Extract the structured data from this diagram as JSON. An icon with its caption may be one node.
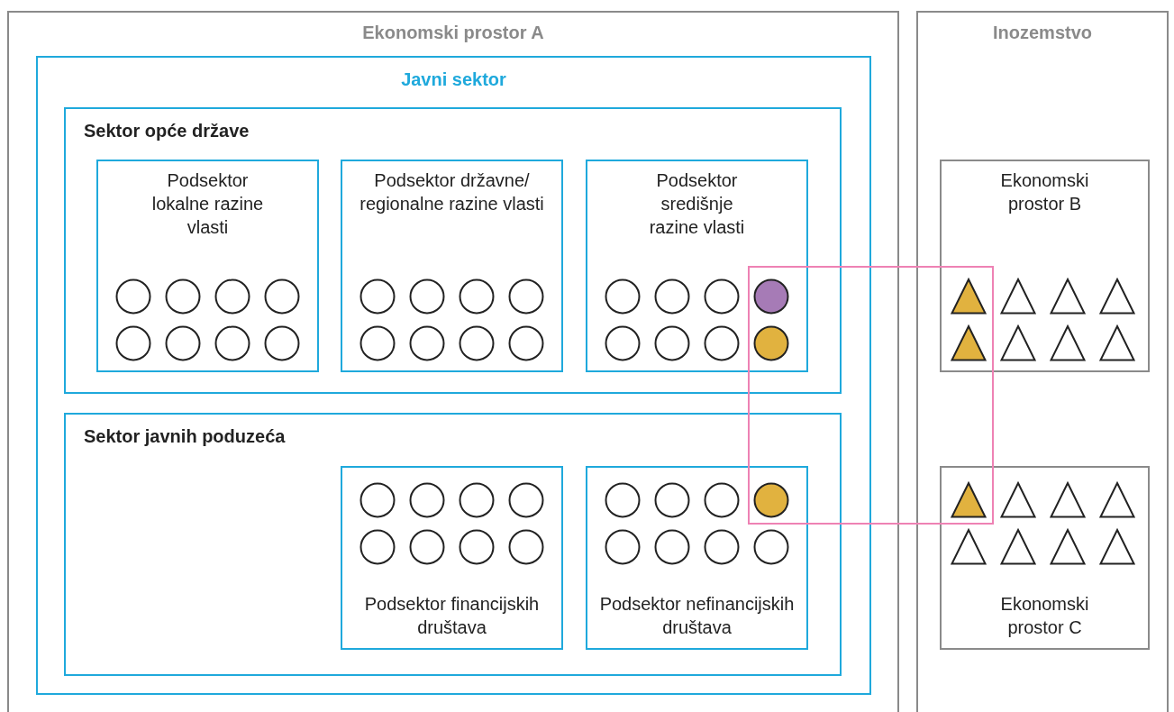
{
  "diagram": {
    "nodes": [
      {
        "text": [
          "Ekonomski prostor A"
        ]
      },
      {
        "text": [
          "Javni sektor"
        ],
        "in": 0
      },
      {
        "text": [
          "Sektor opće države"
        ],
        "in": 1
      },
      {
        "text": [
          "Podsektor lokalne razine vlasti"
        ],
        "in": 2
      },
      {
        "text": [
          "Podsektor državne/ regionalne razine vlasti"
        ],
        "in": 2
      },
      {
        "text": [
          "Podsektor središnje razine vlasti"
        ],
        "in": 2
      },
      {
        "text": [
          "Sektor javnih poduzeća"
        ],
        "in": 1
      },
      {
        "text": [
          "Podsektor financijskih društava"
        ],
        "in": 6
      },
      {
        "text": [
          "Podsektor nefinancijskih društava"
        ],
        "in": 6
      },
      {
        "text": [
          "Inozemstvo"
        ]
      },
      {
        "text": [
          "Ekonomski prostor B"
        ],
        "in": 9
      },
      {
        "text": [
          "Ekonomski prostor C"
        ],
        "in": 9
      }
    ],
    "edges": []
  }
}
